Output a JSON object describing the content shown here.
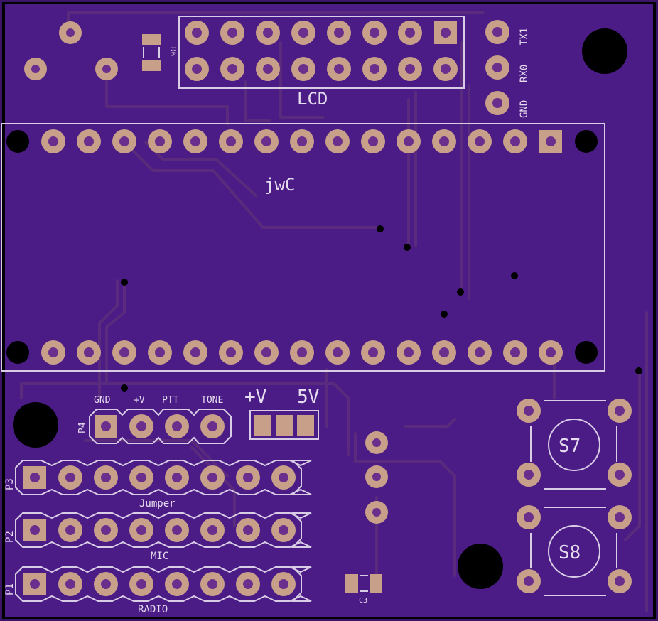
{
  "board": {
    "colors": {
      "board": "#4b1c86",
      "copper": "#c8a08a",
      "silk": "#d9cde6",
      "trace": "#5a2a7c",
      "hole": "#000000"
    }
  },
  "labels": {
    "lcd": "LCD",
    "jwc": "jwC",
    "tx1": "TX1",
    "rx0": "RX0",
    "gnd_serial": "GND",
    "r6": "R6",
    "p4": "P4",
    "p3": "P3",
    "p2": "P2",
    "p1": "P1",
    "p4_gnd": "GND",
    "p4_v": "+V",
    "p4_ptt": "PTT",
    "p4_tone": "TONE",
    "jumper": "Jumper",
    "mic": "MIC",
    "radio": "RADIO",
    "plus_v": "+V",
    "five_v": "5V",
    "s7": "S7",
    "s8": "S8",
    "c3": "C3"
  }
}
